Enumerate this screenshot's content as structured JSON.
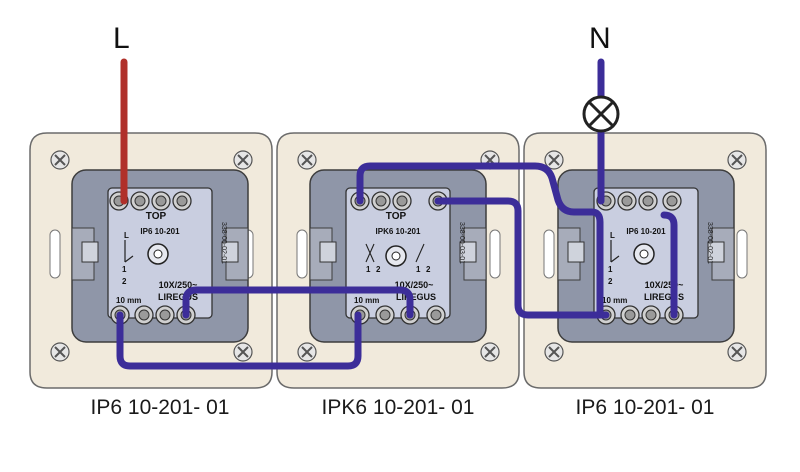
{
  "wires": {
    "line_label": "L",
    "neutral_label": "N",
    "line_color": "#b0302a",
    "neutral_color": "#3c2d99"
  },
  "devices": [
    {
      "model": "IP6 10-201- 01",
      "face_title": "IP6 10-201",
      "has_top_label": true,
      "rating": "10X/250~",
      "brand": "LIREGUS",
      "strip": "10 mm",
      "side_code": "338-00-02-01"
    },
    {
      "model": "IPK6 10-201- 01",
      "face_title": "IPK6 10-201",
      "has_top_label": true,
      "rating": "10X/250~",
      "brand": "LIREGUS",
      "strip": "10 mm",
      "side_code": "338-00-03-01"
    },
    {
      "model": "IP6 10-201- 01",
      "face_title": "IP6 10-201",
      "has_top_label": false,
      "rating": "10X/250~",
      "brand": "LIREGUS",
      "strip": "10 mm",
      "side_code": "338-00-02-01"
    }
  ],
  "terminals": {
    "common": "L",
    "one": "1",
    "two": "2"
  },
  "colors": {
    "frame_fill": "#f1eadc",
    "frame_stroke": "#6b6b6b",
    "body_fill": "#8f96a8",
    "face_fill": "#c9cee0"
  }
}
